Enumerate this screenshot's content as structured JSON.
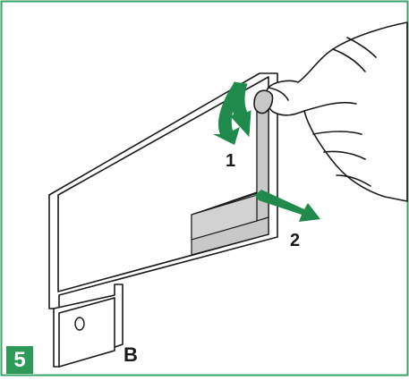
{
  "figure": {
    "step_number": "5",
    "callouts": {
      "arrow_1": "1",
      "arrow_2": "2",
      "part_b": "B"
    }
  },
  "colors": {
    "border_green": "#3aa36a",
    "badge_green": "#2e9a5a",
    "arrow_green": "#1f8a4c",
    "panel_gray": "#c8c8c8",
    "line_black": "#1a1a1a"
  },
  "icons": {
    "arrow_1": "curved-arrow-down-icon",
    "arrow_2": "straight-arrow-right-icon",
    "hand": "hand-icon"
  }
}
